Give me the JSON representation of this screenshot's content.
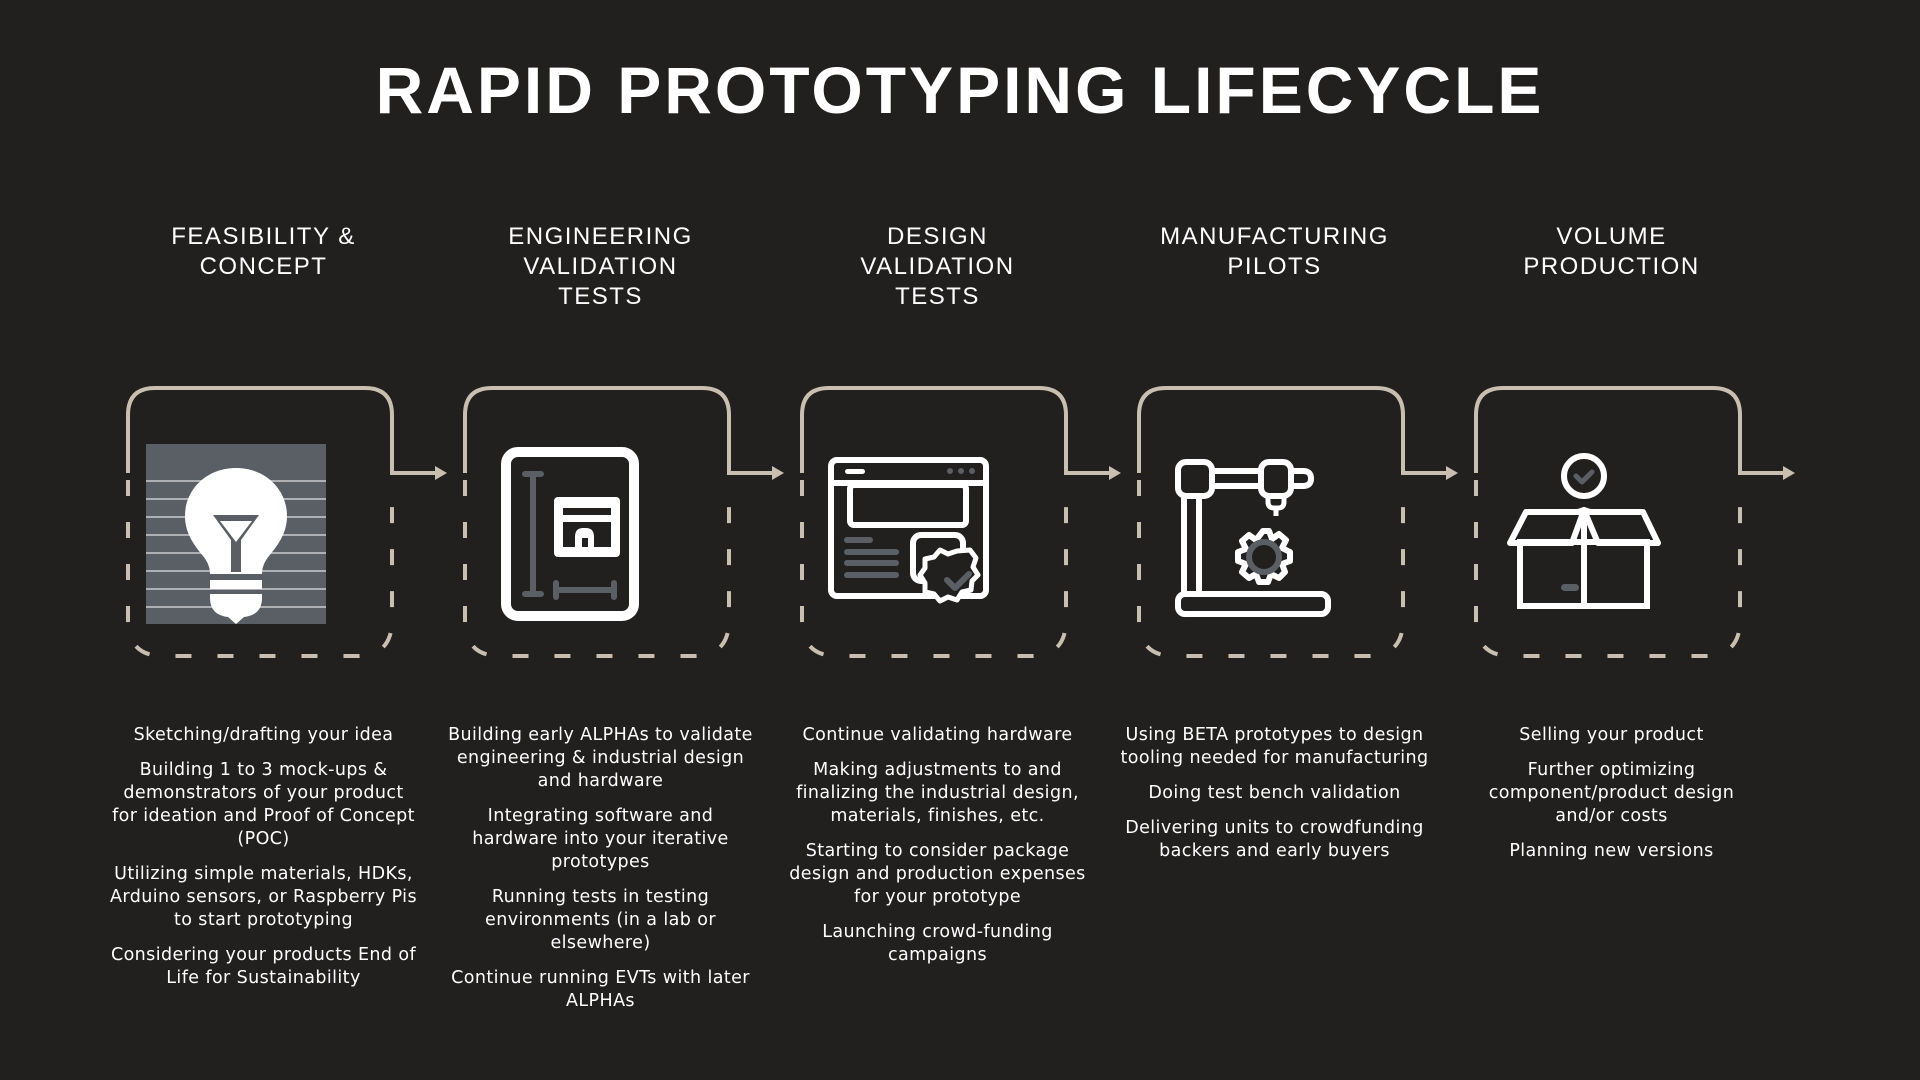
{
  "title": "RAPID PROTOTYPING LIFECYCLE",
  "colors": {
    "background": "#221f1f",
    "frame_stroke": "#c9bfb1",
    "icon_white": "#ffffff",
    "icon_gray": "#5a5f66",
    "text": "#ffffff"
  },
  "stages": [
    {
      "title": "FEASIBILITY &\nCONCEPT",
      "icon": "lightbulb-icon",
      "items": [
        "Sketching/drafting your idea",
        "Building 1 to 3 mock-ups & demonstrators of your product for ideation and Proof of Concept (POC)",
        "Utilizing simple materials, HDKs, Arduino sensors, or Raspberry Pis to start prototyping",
        "Considering your products End of Life for Sustainability"
      ]
    },
    {
      "title": "ENGINEERING\nVALIDATION\nTESTS",
      "icon": "blueprint-icon",
      "items": [
        "Building early ALPHAs to validate engineering & industrial design and hardware",
        "Integrating software and hardware into your iterative prototypes",
        "Running tests in testing environments (in a lab or elsewhere)",
        "Continue running EVTs with later ALPHAs"
      ]
    },
    {
      "title": "DESIGN\nVALIDATION\nTESTS",
      "icon": "web-design-check-icon",
      "items": [
        "Continue validating hardware",
        "Making adjustments to and finalizing the industrial design, materials, finishes, etc.",
        "Starting to consider package design and production expenses for your prototype",
        "Launching crowd-funding campaigns"
      ]
    },
    {
      "title": "MANUFACTURING\nPILOTS",
      "icon": "robotic-arm-gear-icon",
      "items": [
        "Using BETA prototypes to design tooling needed for manufacturing",
        "Doing test bench validation",
        "Delivering units to crowdfunding backers and early buyers"
      ]
    },
    {
      "title": "VOLUME\nPRODUCTION",
      "icon": "open-box-check-icon",
      "items": [
        "Selling your product",
        "Further optimizing component/product design and/or costs",
        "Planning new versions"
      ]
    }
  ]
}
